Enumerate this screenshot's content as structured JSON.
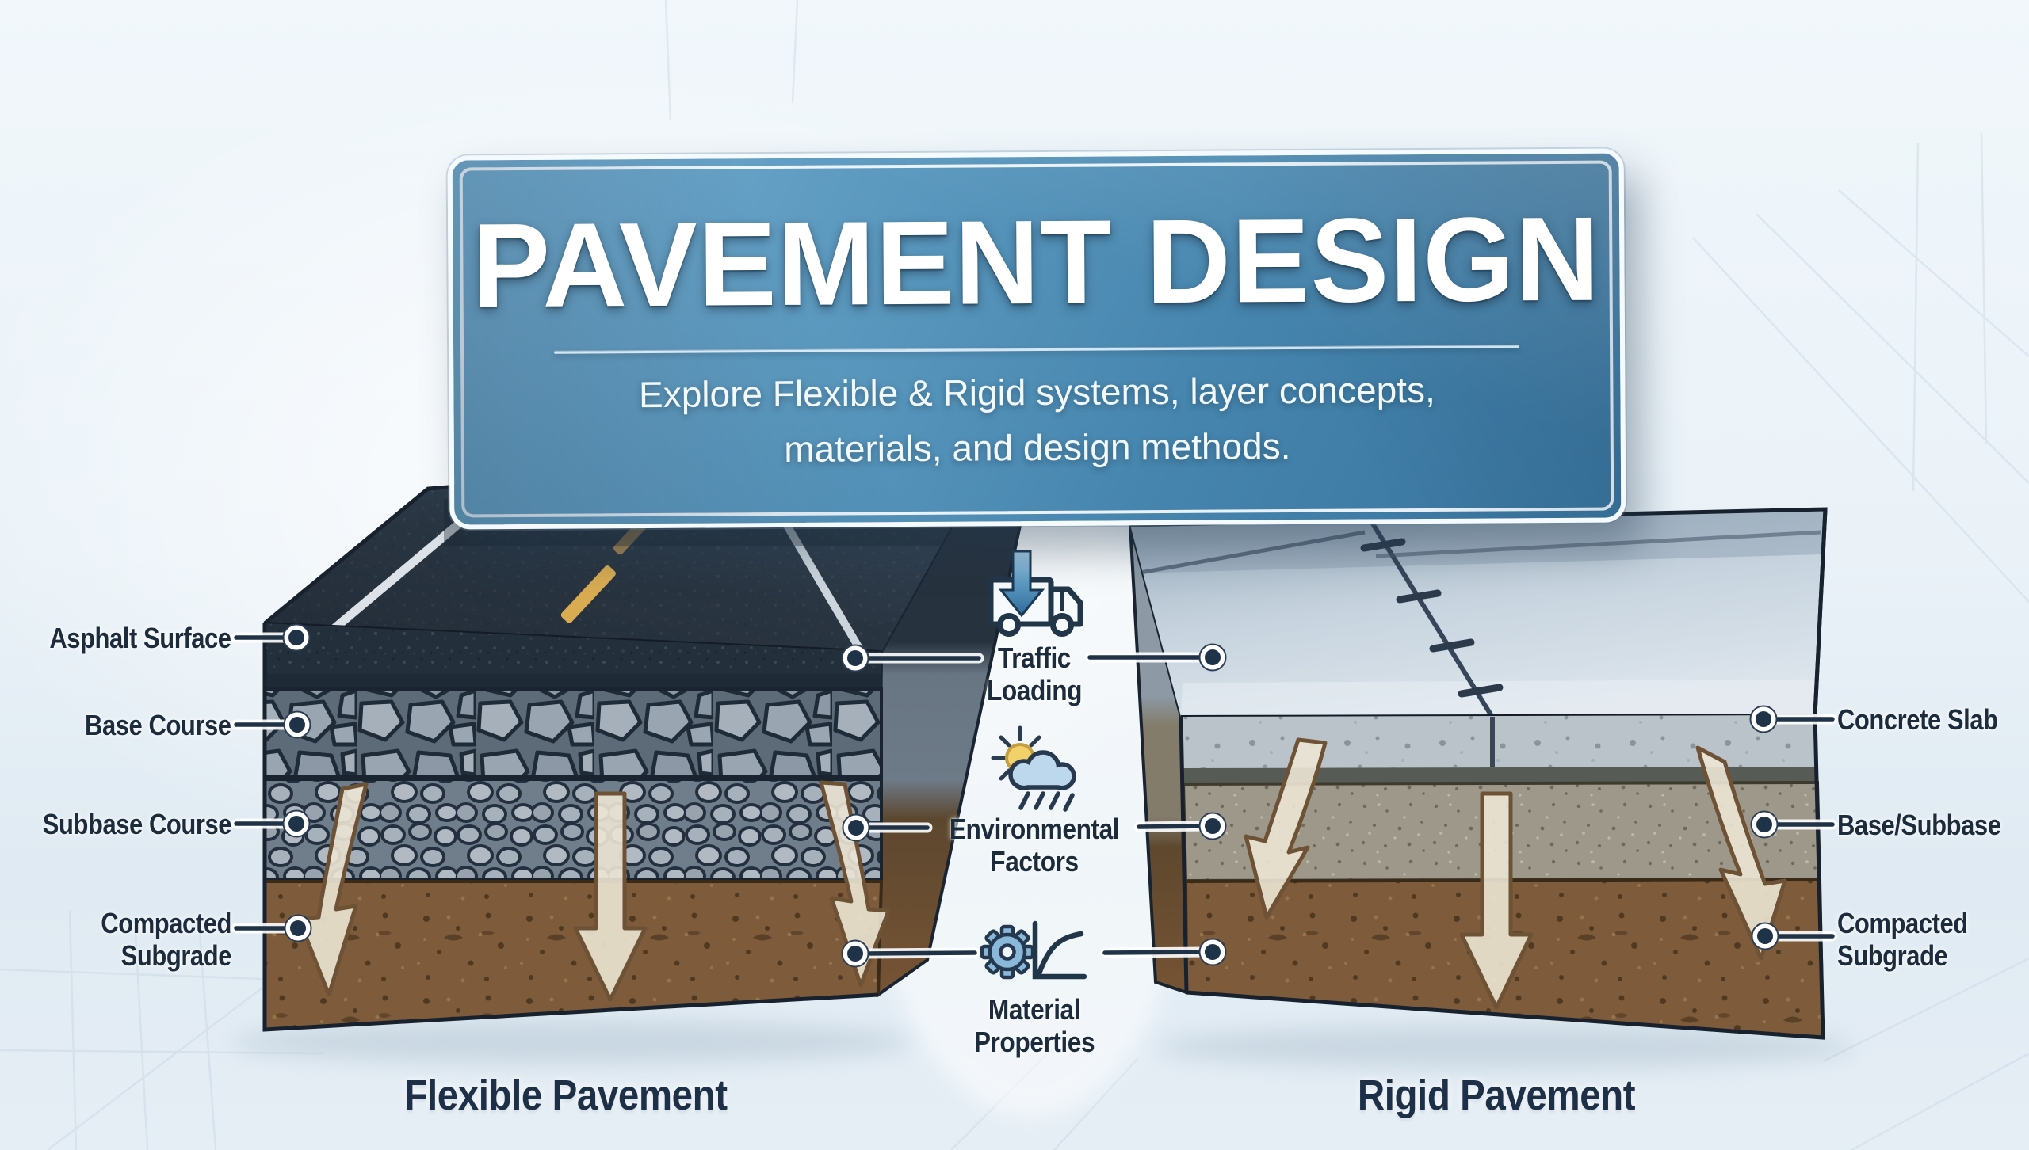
{
  "banner": {
    "title": "PAVEMENT DESIGN",
    "subtitle_line1": "Explore Flexible & Rigid systems, layer concepts,",
    "subtitle_line2": "materials, and design methods."
  },
  "flexible_pavement": {
    "caption": "Flexible Pavement",
    "layer_labels": {
      "surface": "Asphalt Surface",
      "base": "Base Course",
      "subbase": "Subbase Course",
      "subgrade": "Compacted Subgrade"
    }
  },
  "rigid_pavement": {
    "caption": "Rigid Pavement",
    "layer_labels": {
      "slab": "Concrete Slab",
      "base": "Base/Subbase",
      "subgrade": "Compacted Subgrade"
    }
  },
  "design_factors": {
    "traffic": {
      "line1": "Traffic",
      "line2": "Loading",
      "icon": "truck-down-arrow-icon"
    },
    "environment": {
      "line1": "Environmental",
      "line2": "Factors",
      "icon": "sun-cloud-rain-icon"
    },
    "material": {
      "line1": "Material",
      "line2": "Properties",
      "icon": "gear-curve-icon"
    }
  },
  "colors": {
    "banner_blue": "#4a86ae",
    "label_navy": "#1d2c3c",
    "asphalt_dark": "#27313d",
    "gravel_gray": "#9aa6b1",
    "soil_brown": "#7e5b3a",
    "concrete_gray": "#bac3c9",
    "arrow_cream": "#ece5d4",
    "load_arrow_blue": "#4a8cb8",
    "sun_yellow": "#f2d06a"
  }
}
